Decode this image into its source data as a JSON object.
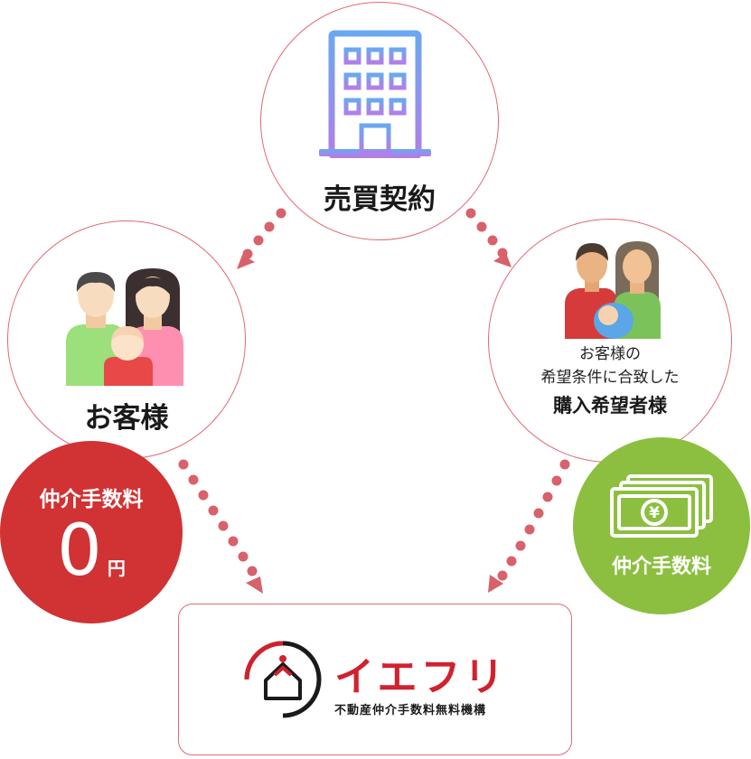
{
  "nodes": {
    "contract": {
      "label": "売買契約",
      "icon": "office-building-icon"
    },
    "customer": {
      "label": "お客様",
      "icon": "family-icon"
    },
    "buyer": {
      "line1": "お客様の",
      "line2": "希望条件に合致した",
      "line3": "購入希望者様",
      "icon": "family-with-baby-icon"
    }
  },
  "badges": {
    "customer_fee": {
      "title": "仲介手数料",
      "amount": "0",
      "unit": "円",
      "color": "#d13234"
    },
    "buyer_fee": {
      "title": "仲介手数料",
      "icon": "money-bills-icon",
      "color": "#8cbf3f"
    }
  },
  "logo": {
    "name": "イエフリ",
    "subtitle": "不動産仲介手数料無料機構",
    "color": "#d0222e"
  },
  "colors": {
    "connector": "#d8616c",
    "border": "#e06a74"
  }
}
